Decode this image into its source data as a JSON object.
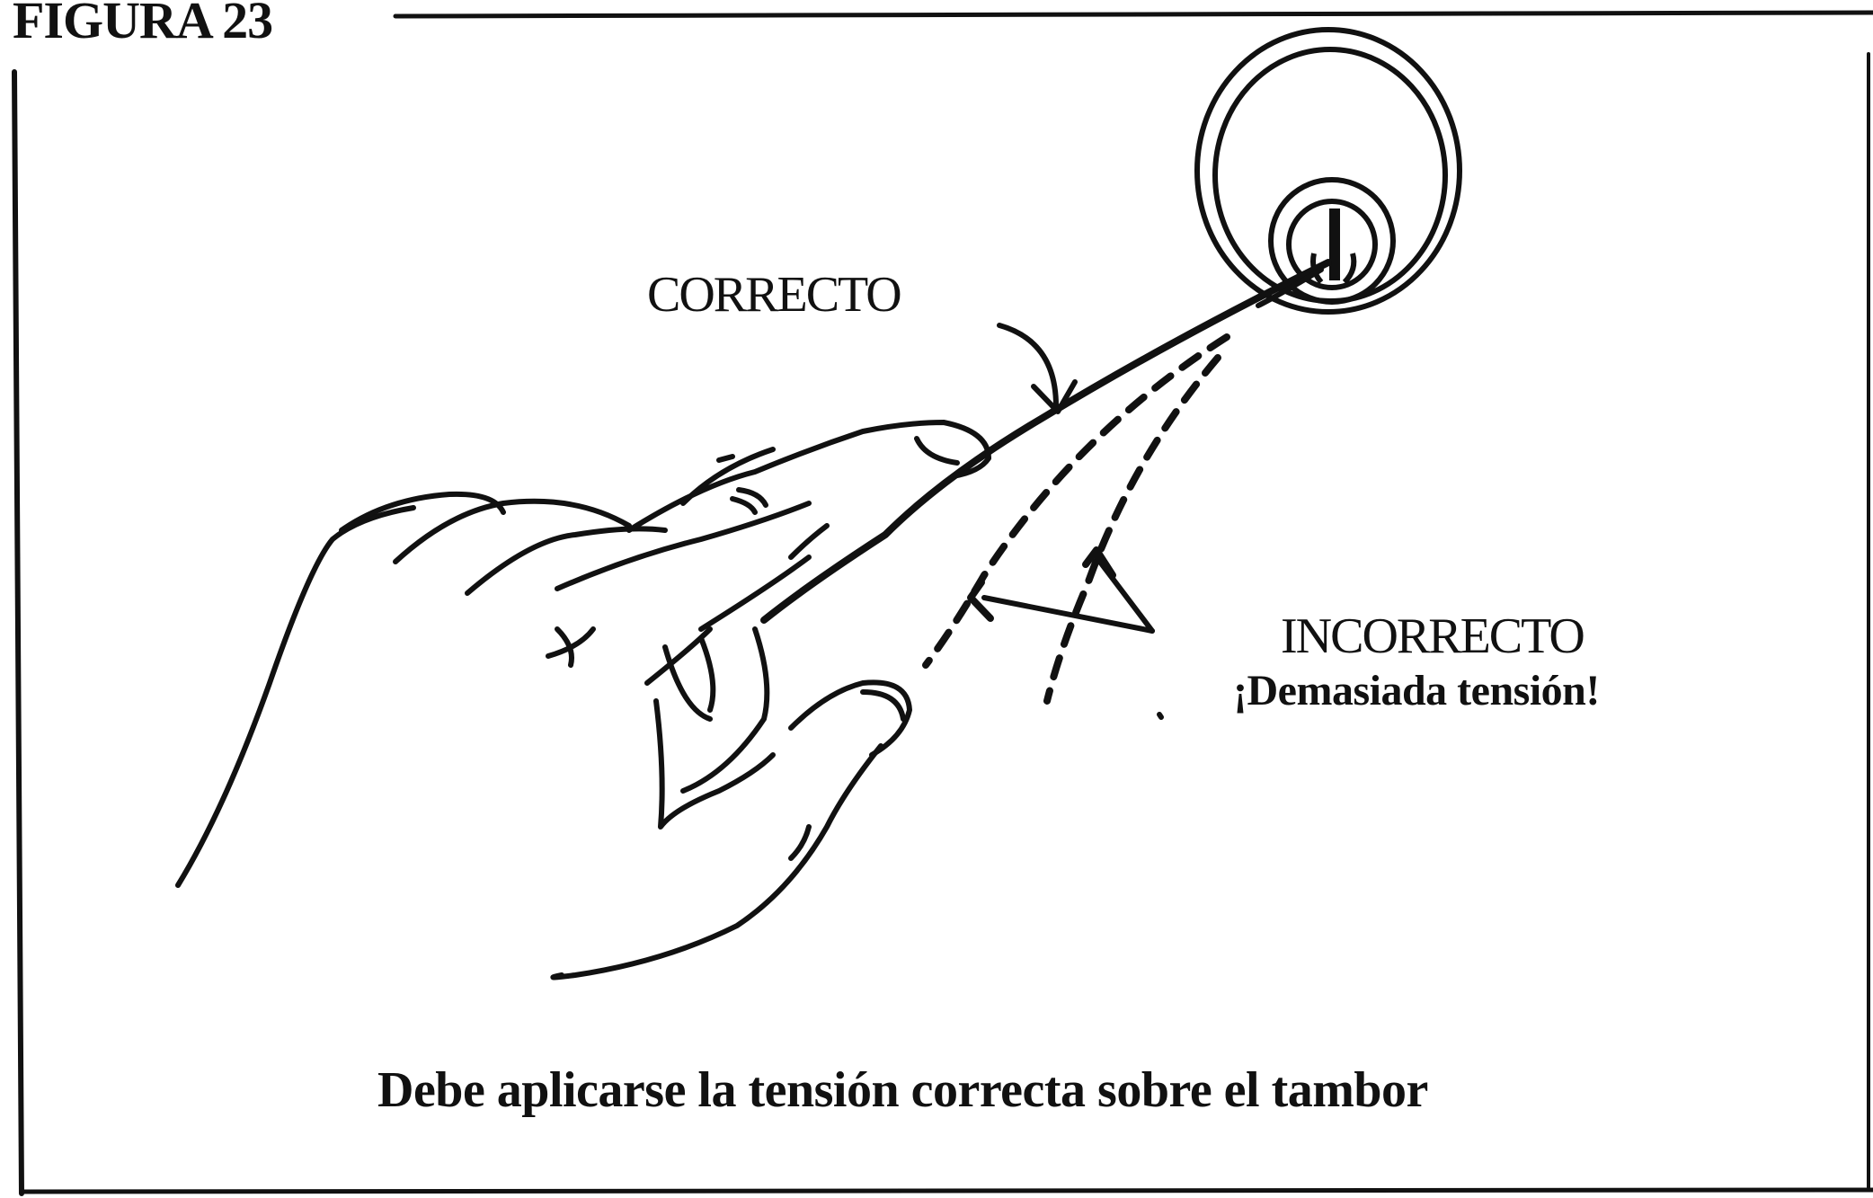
{
  "figure": {
    "title": "FIGURA 23"
  },
  "labels": {
    "correct": "CORRECTO",
    "incorrect": "INCORRECTO",
    "too_much_tension": "¡Demasiada tensión!"
  },
  "caption": "Debe aplicarse la tensión correcta sobre el tambor",
  "illustration": {
    "subjects": [
      "hand-icon",
      "tension-wrench-icon",
      "lock-cylinder-icon",
      "arrow-icon"
    ]
  }
}
